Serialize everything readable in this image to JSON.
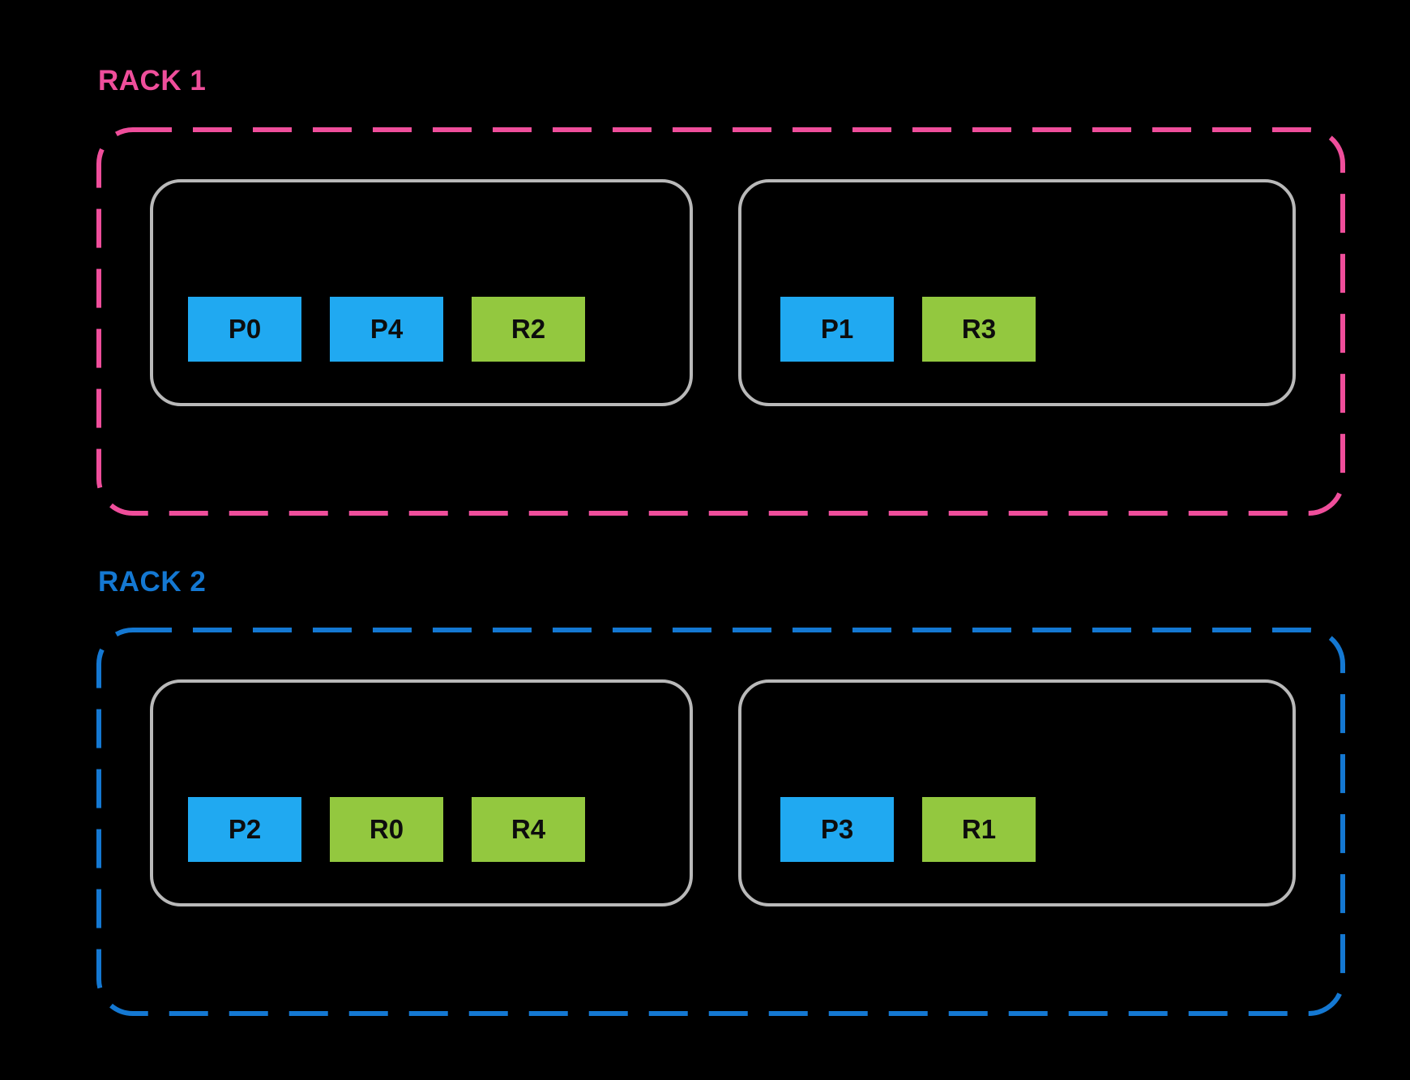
{
  "theme": {
    "background": "#000000",
    "rack1_accent": "#EF4E9B",
    "rack2_accent": "#1478D2",
    "host_border": "#B9B9B9",
    "primary_fill": "#20A9F1",
    "replica_fill": "#93C83F",
    "node_text": "#0D0D0D"
  },
  "racks": [
    {
      "label": "RACK 1",
      "accent": "#EF4E9B",
      "hosts": [
        {
          "nodes": [
            {
              "label": "P0",
              "kind": "primary"
            },
            {
              "label": "P4",
              "kind": "primary"
            },
            {
              "label": "R2",
              "kind": "replica"
            }
          ]
        },
        {
          "nodes": [
            {
              "label": "P1",
              "kind": "primary"
            },
            {
              "label": "R3",
              "kind": "replica"
            }
          ]
        }
      ]
    },
    {
      "label": "RACK 2",
      "accent": "#1478D2",
      "hosts": [
        {
          "nodes": [
            {
              "label": "P2",
              "kind": "primary"
            },
            {
              "label": "R0",
              "kind": "replica"
            },
            {
              "label": "R4",
              "kind": "replica"
            }
          ]
        },
        {
          "nodes": [
            {
              "label": "P3",
              "kind": "primary"
            },
            {
              "label": "R1",
              "kind": "replica"
            }
          ]
        }
      ]
    }
  ]
}
